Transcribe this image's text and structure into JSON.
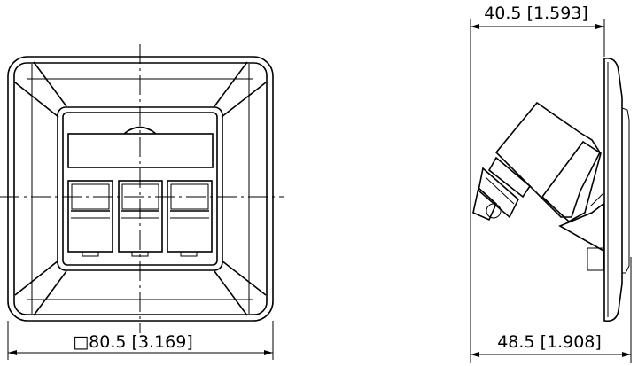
{
  "front_view": {
    "width_dimension": "□80.5 [3.169]",
    "port_count": 3
  },
  "side_view": {
    "depth_front_dimension": "40.5 [1.593]",
    "depth_total_dimension": "48.5 [1.908]"
  }
}
